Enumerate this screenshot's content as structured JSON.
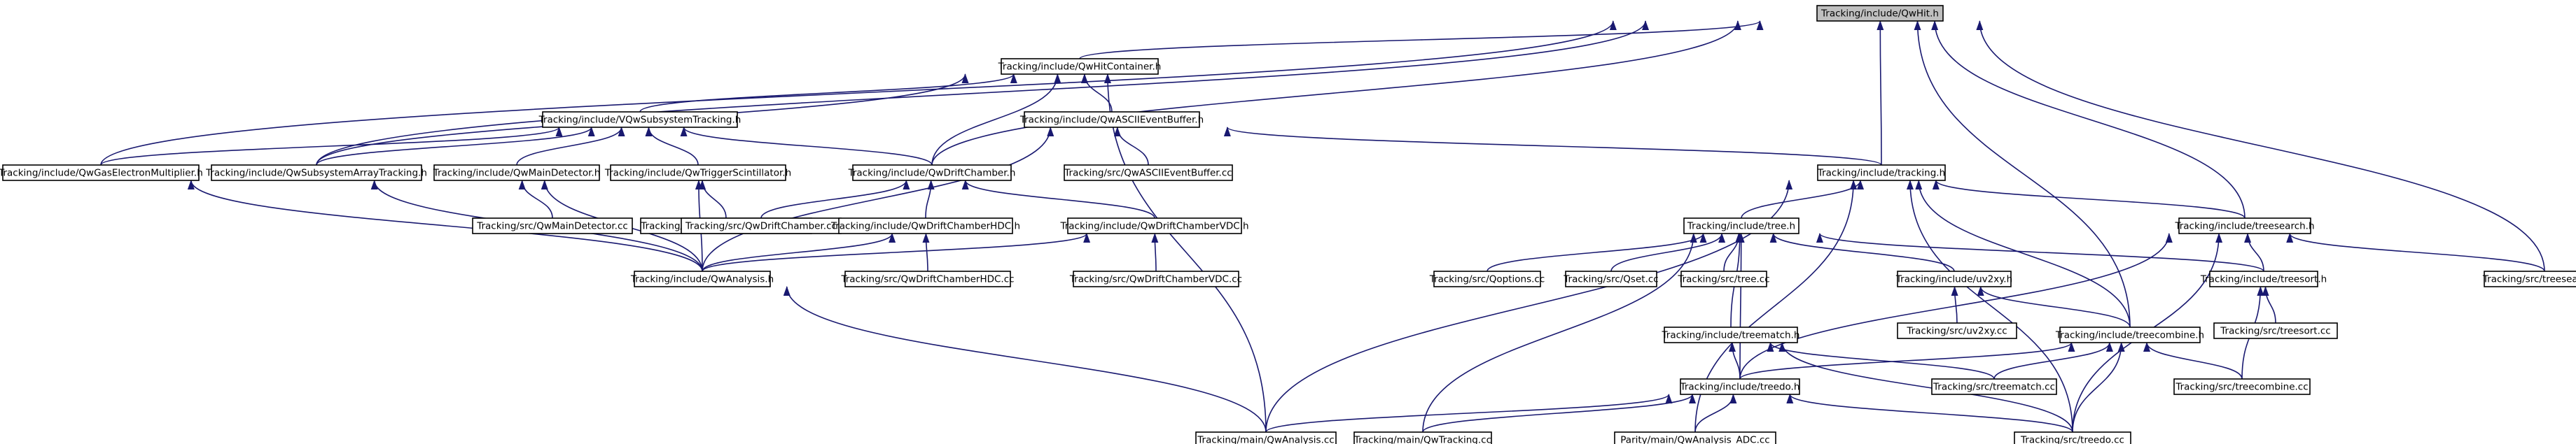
{
  "colors": {
    "edge": "#191970",
    "root_fill": "#bfbfbf",
    "node_fill": "#ffffff",
    "border": "#000000"
  },
  "nodes": {
    "qwhit_h": "Tracking/include/QwHit.h",
    "qwhitcontainer_h": "Tracking/include/QwHitContainer.h",
    "vqwsubsystemtracking_h": "Tracking/include/VQwSubsystemTracking.h",
    "qwasciieventbuffer_h": "Tracking/include/QwASCIIEventBuffer.h",
    "qwgaselectronmultiplier_h": "Tracking/include/QwGasElectronMultiplier.h",
    "qwsubsystemarraytracking_h": "Tracking/include/QwSubsystemArrayTracking.h",
    "qwmaindetector_h": "Tracking/include/QwMainDetector.h",
    "qwtriggerscintillator_h": "Tracking/include/QwTriggerScintillator.h",
    "qwdriftchamber_h": "Tracking/include/QwDriftChamber.h",
    "qwasciieventbuffer_cc": "Tracking/src/QwASCIIEventBuffer.cc",
    "tracking_h": "Tracking/include/tracking.h",
    "qwmaindetector_cc": "Tracking/src/QwMainDetector.cc",
    "qwtriggerscintillator_cc": "Tracking/src/QwTriggerScintillator.cc",
    "qwdriftchamber_cc": "Tracking/src/QwDriftChamber.cc",
    "qwdriftchamberhdc_h": "Tracking/include/QwDriftChamberHDC.h",
    "qwdriftchambervdc_h": "Tracking/include/QwDriftChamberVDC.h",
    "tree_h": "Tracking/include/tree.h",
    "treesearch_h": "Tracking/include/treesearch.h",
    "qwanalysis_h": "Tracking/include/QwAnalysis.h",
    "qwdriftchamberhdc_cc": "Tracking/src/QwDriftChamberHDC.cc",
    "qwdriftchambervdc_cc": "Tracking/src/QwDriftChamberVDC.cc",
    "qoptions_cc": "Tracking/src/Qoptions.cc",
    "qset_cc": "Tracking/src/Qset.cc",
    "tree_cc": "Tracking/src/tree.cc",
    "uv2xy_h": "Tracking/include/uv2xy.h",
    "treesort_h": "Tracking/include/treesort.h",
    "treesearch_cc": "Tracking/src/treesearch.cc",
    "uv2xy_cc": "Tracking/src/uv2xy.cc",
    "treesort_cc": "Tracking/src/treesort.cc",
    "treematch_h": "Tracking/include/treematch.h",
    "treecombine_h": "Tracking/include/treecombine.h",
    "treedo_h": "Tracking/include/treedo.h",
    "treematch_cc": "Tracking/src/treematch.cc",
    "treecombine_cc": "Tracking/src/treecombine.cc",
    "qwanalysis_cc": "Tracking/main/QwAnalysis.cc",
    "qwtracking_cc": "Tracking/main/QwTracking.cc",
    "qwanalysis_adc_cc": "Parity/main/QwAnalysis_ADC.cc",
    "treedo_cc": "Tracking/src/treedo.cc"
  }
}
